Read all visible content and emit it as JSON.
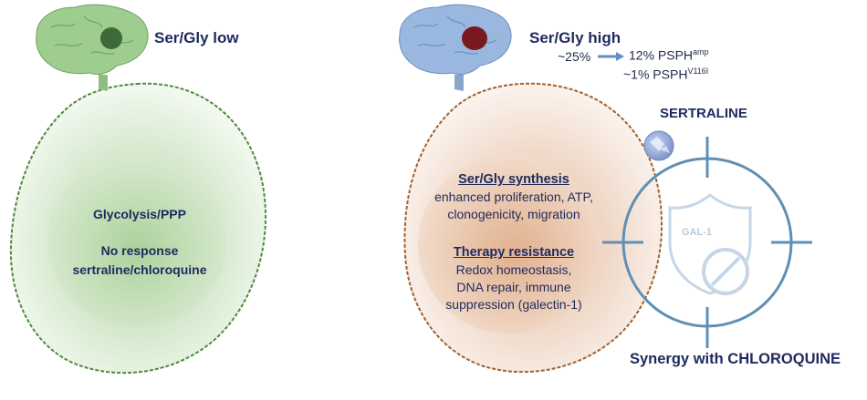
{
  "left_panel": {
    "title": "Ser/Gly low",
    "pathway": "Glycolysis/PPP",
    "response_line1": "No response",
    "response_line2": "sertraline/chloroquine"
  },
  "right_panel": {
    "title": "Ser/Gly high",
    "stat_pct": "~25%",
    "stat_amp_main": "12% PSPH",
    "stat_amp_sup": "amp",
    "stat_mut_main": "~1% PSPH",
    "stat_mut_sup": "V116I",
    "synthesis_heading": "Ser/Gly synthesis",
    "synthesis_lines": [
      "enhanced proliferation, ATP,",
      "clonogenicity, migration"
    ],
    "resistance_heading": "Therapy resistance",
    "resistance_lines": [
      "Redox homeostasis,",
      "DNA repair, immune",
      "suppression (galectin-1)"
    ]
  },
  "drug_panel": {
    "title": "SERTRALINE",
    "target_label": "GAL-1",
    "synergy": "Synergy with CHLOROQUINE"
  },
  "colors": {
    "left_cell": "#d3e8cc",
    "left_membrane": "#4f8a3c",
    "right_cell": "#ecd2bf",
    "right_membrane": "#a0622e",
    "crosshair": "#5f8fb4",
    "text": "#1e2a5e",
    "tumor": "#7a1820"
  },
  "icons": [
    "brain-green-icon",
    "brain-blue-icon",
    "pill-icon",
    "shield-icon",
    "prohibited-icon",
    "arrow-right-icon"
  ]
}
